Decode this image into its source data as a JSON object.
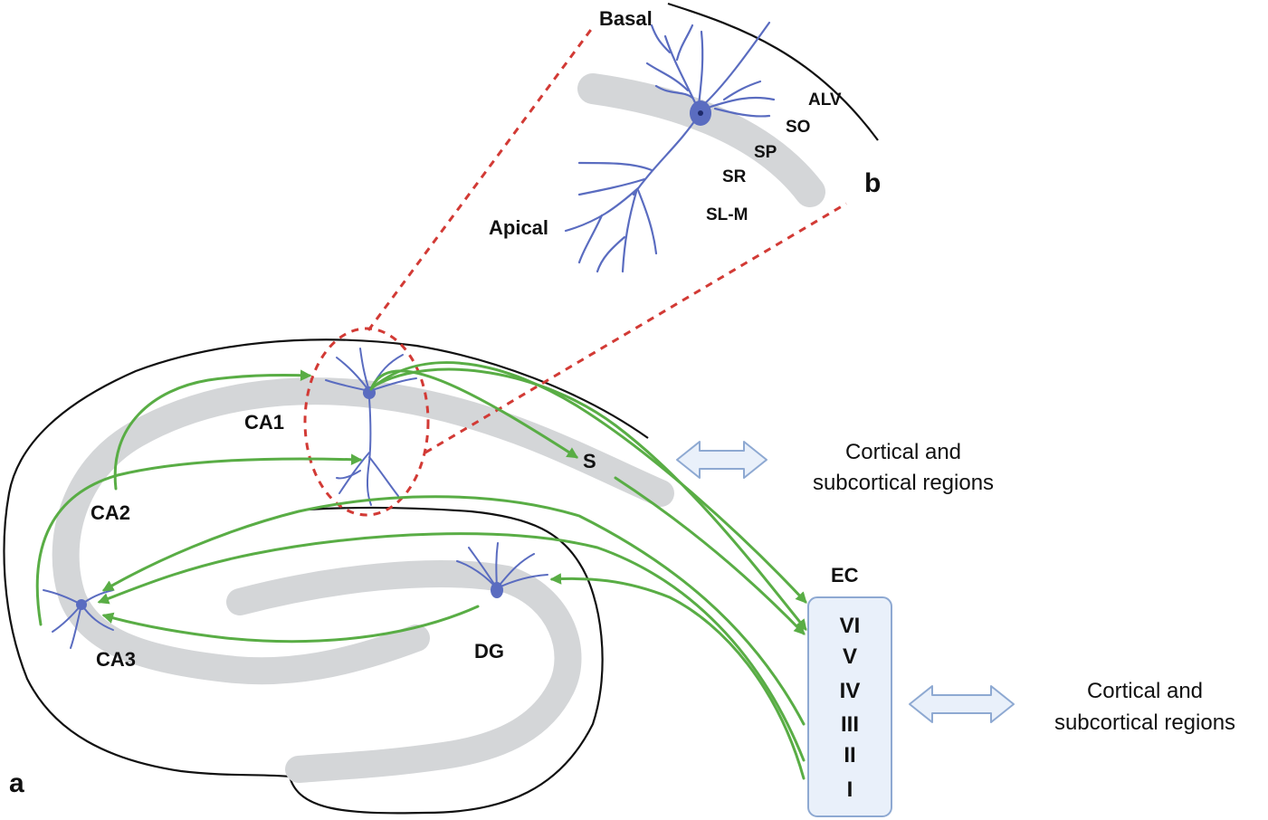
{
  "panels": {
    "a": "a",
    "b": "b"
  },
  "regions": {
    "ca1": "CA1",
    "ca2": "CA2",
    "ca3": "CA3",
    "dg": "DG",
    "s": "S",
    "ec": "EC"
  },
  "ec_layers": [
    "VI",
    "V",
    "IV",
    "III",
    "II",
    "I"
  ],
  "external": {
    "top": [
      "Cortical and",
      "subcortical regions"
    ],
    "bottom": [
      "Cortical and",
      "subcortical regions"
    ]
  },
  "dendrites": {
    "basal": "Basal",
    "apical": "Apical"
  },
  "layers": [
    "ALV",
    "SO",
    "SP",
    "SR",
    "SL-M"
  ],
  "colors": {
    "pathway": "#59ad45",
    "neuron": "#5a6cc0",
    "stratum": "#d4d6d8",
    "zoom": "#d23a35",
    "ec_box_fill": "#e9f0fa",
    "ec_box_stroke": "#8ea9d2",
    "outline": "#111111"
  }
}
